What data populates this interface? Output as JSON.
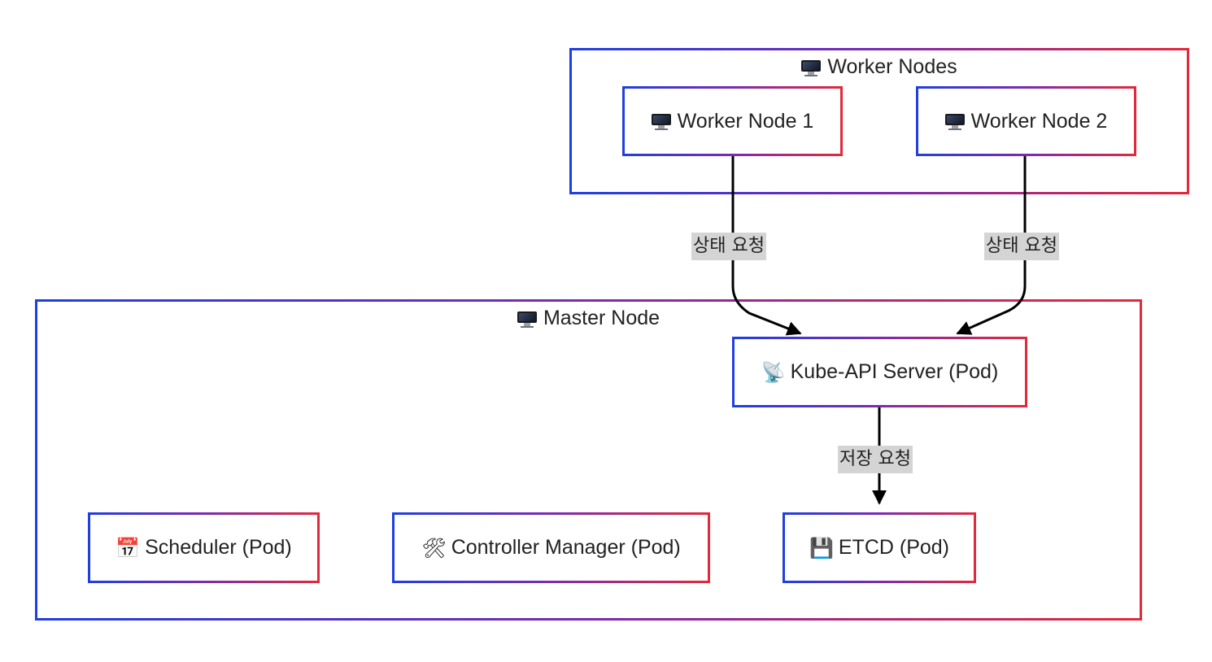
{
  "clusters": {
    "workers": {
      "title": "Worker Nodes",
      "icon": "monitor-icon"
    },
    "master": {
      "title": "Master Node",
      "icon": "monitor-icon"
    }
  },
  "nodes": {
    "worker1": {
      "label": "Worker Node 1",
      "icon": "monitor-icon"
    },
    "worker2": {
      "label": "Worker Node 2",
      "icon": "monitor-icon"
    },
    "apiserver": {
      "label": "Kube-API Server (Pod)",
      "icon": "satellite-antenna-icon",
      "glyph": "📡"
    },
    "scheduler": {
      "label": "Scheduler (Pod)",
      "icon": "calendar-icon",
      "glyph": "📅"
    },
    "controller": {
      "label": "Controller Manager (Pod)",
      "icon": "tools-icon",
      "glyph": "🛠"
    },
    "etcd": {
      "label": "ETCD (Pod)",
      "icon": "floppy-disk-icon",
      "glyph": "💾"
    }
  },
  "edges": {
    "worker1_to_api": "상태 요청",
    "worker2_to_api": "상태 요청",
    "api_to_etcd": "저장 요청"
  },
  "colors": {
    "border_start": "#1f3fe0",
    "border_end": "#e3293a",
    "edge": "#000000",
    "edge_label_bg": "#d4d4d4"
  }
}
